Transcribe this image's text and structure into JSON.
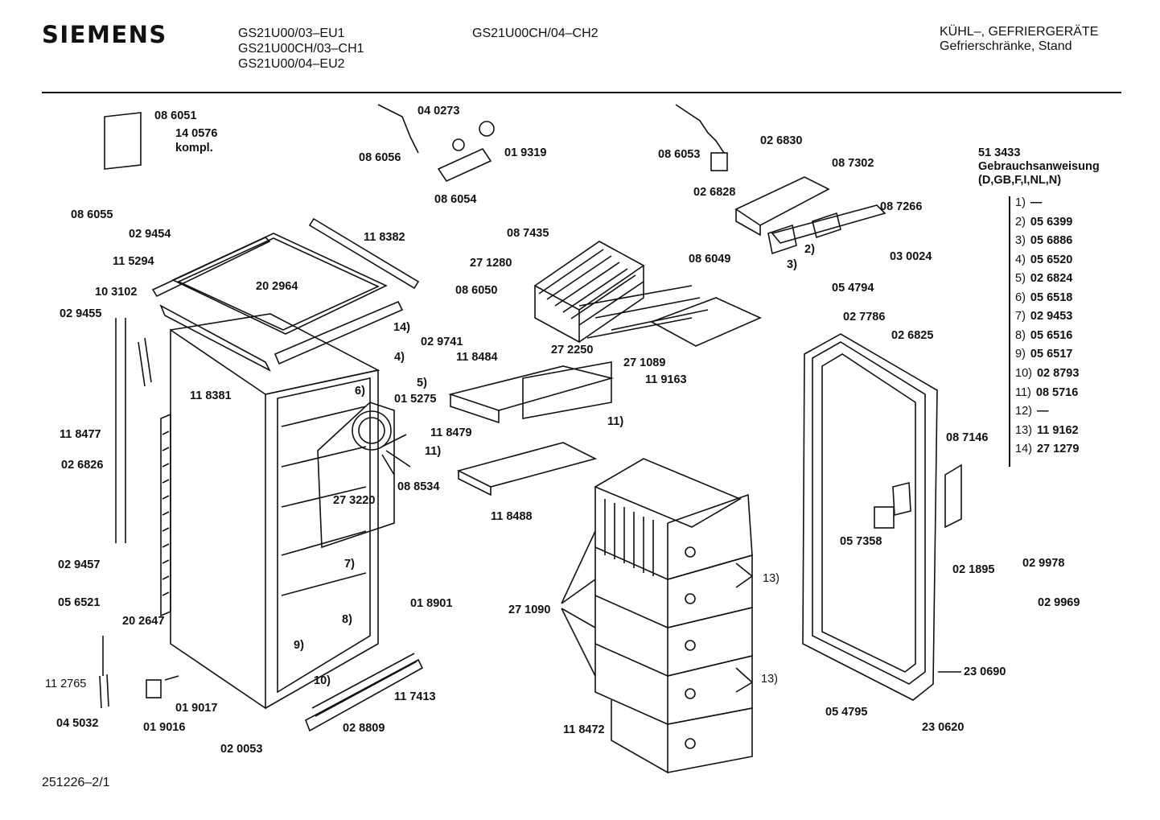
{
  "header": {
    "brand": "SIEMENS",
    "models_col1": [
      "GS21U00/03–EU1",
      "GS21U00CH/03–CH1",
      "GS21U00/04–EU2"
    ],
    "models_col2": [
      "GS21U00CH/04–CH2"
    ],
    "category": "KÜHL–, GEFRIERGERÄTE",
    "subcategory": "Gefrierschränke, Stand"
  },
  "labels": {
    "p086051": "08 6051",
    "p140576": "14 0576",
    "kompl": "kompl.",
    "p086055": "08 6055",
    "p029454": "02 9454",
    "p115294": "11 5294",
    "p103102": "10 3102",
    "p029455": "02 9455",
    "p118477": "11 8477",
    "p026826": "02 6826",
    "p029457": "02 9457",
    "p056521": "05 6521",
    "p112765": "11 2765",
    "p045032": "04 5032",
    "p019016": "01 9016",
    "p019017": "01 9017",
    "p020053": "02 0053",
    "p202647": "20 2647",
    "p118381": "11 8381",
    "p202964": "20 2964",
    "p118382": "11 8382",
    "c14": "14)",
    "c4a": "4)",
    "c5a": "5)",
    "c6a": "6)",
    "p015275": "01 5275",
    "p273220": "27 3220",
    "p088534": "08 8534",
    "c7a": "7)",
    "c8a": "8)",
    "c9a": "9)",
    "p018901": "01 8901",
    "c10a": "10)",
    "p117413": "11 7413",
    "p028809": "02 8809",
    "p040273": "04 0273",
    "p086056": "08 6056",
    "p019319": "01 9319",
    "p086054": "08 6054",
    "p087435": "08 7435",
    "p271280": "27 1280",
    "p086049": "08 6049",
    "p086050": "08 6050",
    "p029741": "02 9741",
    "p118484": "11 8484",
    "p272250": "27 2250",
    "p271089": "27 1089",
    "p119163": "11 9163",
    "p118479": "11 8479",
    "c11a": "11)",
    "c11b": "11)",
    "p118488": "11 8488",
    "p271090": "27 1090",
    "c13a": "13)",
    "c13b": "13)",
    "p118472": "11 8472",
    "p086053": "08 6053",
    "p026830": "02 6830",
    "p087302": "08 7302",
    "p026828": "02 6828",
    "p087266": "08 7266",
    "c2a": "2)",
    "c3a": "3)",
    "p030024": "03 0024",
    "p054794": "05 4794",
    "p027786": "02 7786",
    "p026825": "02 6825",
    "p087146": "08 7146",
    "p057358": "05 7358",
    "p021895": "02 1895",
    "p029978": "02 9978",
    "p029969": "02 9969",
    "p230690": "23 0690",
    "p054795": "05 4795",
    "p230620": "23 0620"
  },
  "legend": {
    "doc_number": "51 3433",
    "doc_title": "Gebrauchsanweisung",
    "languages": "(D,GB,F,I,NL,N)",
    "rows": [
      {
        "key": "1)",
        "value": "—"
      },
      {
        "key": "2)",
        "value": "05 6399"
      },
      {
        "key": "3)",
        "value": "05 6886"
      },
      {
        "key": "4)",
        "value": "05 6520"
      },
      {
        "key": "5)",
        "value": "02 6824"
      },
      {
        "key": "6)",
        "value": "05 6518"
      },
      {
        "key": "7)",
        "value": "02 9453"
      },
      {
        "key": "8)",
        "value": "05 6516"
      },
      {
        "key": "9)",
        "value": "05 6517"
      },
      {
        "key": "10)",
        "value": "02 8793"
      },
      {
        "key": "11)",
        "value": "08 5716"
      },
      {
        "key": "12)",
        "value": "—"
      },
      {
        "key": "13)",
        "value": "11 9162"
      },
      {
        "key": "14)",
        "value": "27 1279"
      }
    ]
  },
  "footer": {
    "doc_id": "251226–2/1"
  }
}
